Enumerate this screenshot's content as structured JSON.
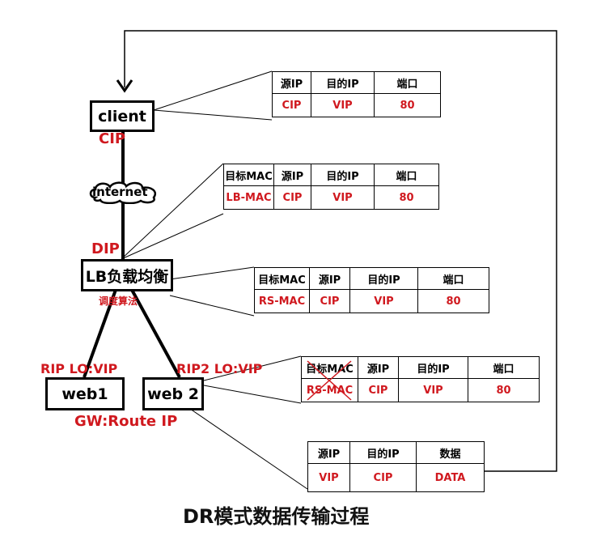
{
  "nodes": {
    "client": "client",
    "lb": "LB负载均衡",
    "web1": "web1",
    "web2": "web 2"
  },
  "cloud_label": "internet",
  "labels": {
    "cip": "CIP",
    "dip": "DIP",
    "scheduler": "调度算法",
    "rip1": "RIP LO:VIP",
    "rip2": "RIP2 LO:VIP",
    "gw": "GW:Route IP"
  },
  "packets": {
    "p1": {
      "headers": [
        "源IP",
        "目的IP",
        "端口"
      ],
      "values": [
        "CIP",
        "VIP",
        "80"
      ]
    },
    "p2": {
      "headers": [
        "目标MAC",
        "源IP",
        "目的IP",
        "端口"
      ],
      "values": [
        "LB-MAC",
        "CIP",
        "VIP",
        "80"
      ]
    },
    "p3": {
      "headers": [
        "目标MAC",
        "源IP",
        "目的IP",
        "端口"
      ],
      "values": [
        "RS-MAC",
        "CIP",
        "VIP",
        "80"
      ]
    },
    "p4": {
      "headers": [
        "目标MAC",
        "源IP",
        "目的IP",
        "端口"
      ],
      "values": [
        "RS-MAC",
        "CIP",
        "VIP",
        "80"
      ]
    },
    "p5": {
      "headers": [
        "源IP",
        "目的IP",
        "数据"
      ],
      "values": [
        "VIP",
        "CIP",
        "DATA"
      ]
    }
  },
  "caption": "DR模式数据传输过程",
  "colors": {
    "accent": "#d0191f",
    "line": "#000000"
  }
}
